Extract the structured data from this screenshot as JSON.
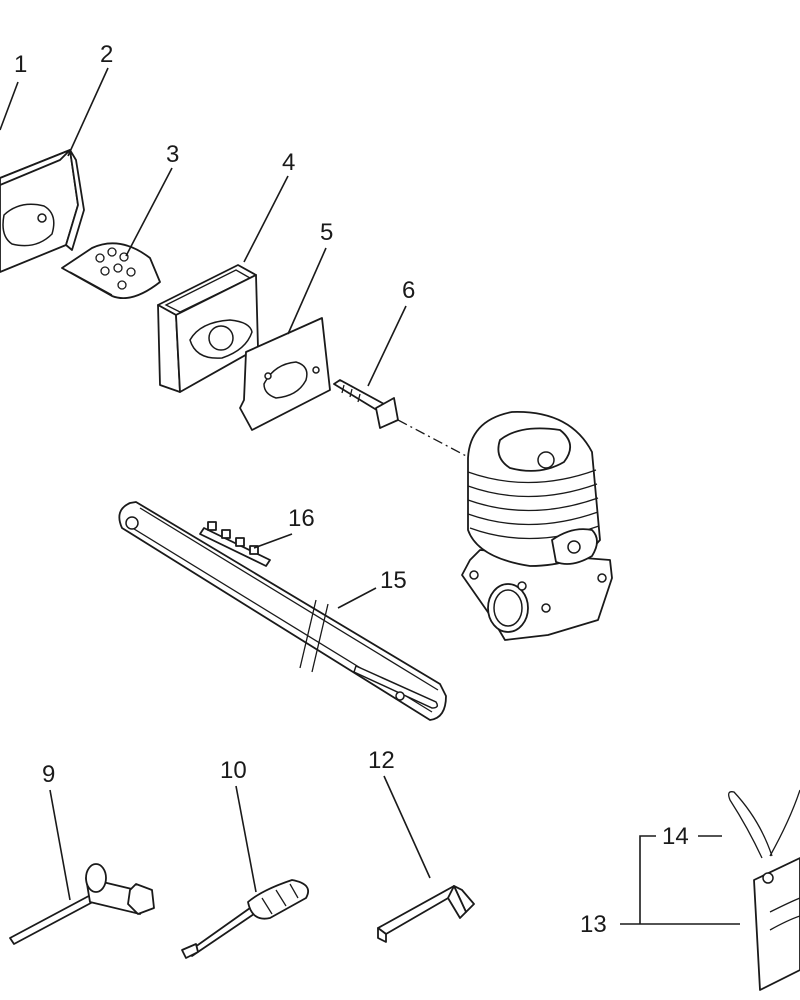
{
  "diagram": {
    "callouts": [
      {
        "id": "1",
        "text": "1"
      },
      {
        "id": "2",
        "text": "2"
      },
      {
        "id": "3",
        "text": "3"
      },
      {
        "id": "4",
        "text": "4"
      },
      {
        "id": "5",
        "text": "5"
      },
      {
        "id": "6",
        "text": "6"
      },
      {
        "id": "9",
        "text": "9"
      },
      {
        "id": "10",
        "text": "10"
      },
      {
        "id": "12",
        "text": "12"
      },
      {
        "id": "13",
        "text": "13"
      },
      {
        "id": "14",
        "text": "14"
      },
      {
        "id": "15",
        "text": "15"
      },
      {
        "id": "16",
        "text": "16"
      }
    ]
  },
  "colors": {
    "ink": "#1a1a1a",
    "paper": "#ffffff"
  }
}
